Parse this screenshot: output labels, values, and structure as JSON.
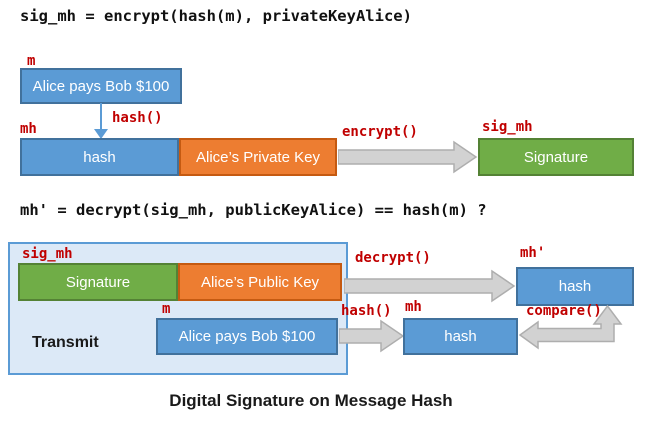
{
  "formulas": {
    "sign": "sig_mh = encrypt(hash(m), privateKeyAlice)",
    "verify": "mh' = decrypt(sig_mh, publicKeyAlice) == hash(m) ?"
  },
  "caption": "Digital Signature on Message Hash",
  "sign_flow": {
    "message_label": "m",
    "message_text": "Alice pays Bob $100",
    "hash_fn_label": "hash()",
    "hash_label": "mh",
    "hash_box": "hash",
    "private_key_box": "Alice’s Private Key",
    "encrypt_fn_label": "encrypt()",
    "signature_label": "sig_mh",
    "signature_box": "Signature"
  },
  "verify_flow": {
    "sig_label": "sig_mh",
    "signature_box": "Signature",
    "public_key_box": "Alice’s Public Key",
    "decrypt_fn_label": "decrypt()",
    "mh_prime_label": "mh'",
    "mh_prime_box": "hash",
    "message_label": "m",
    "message_text": "Alice pays Bob $100",
    "hash_fn_label": "hash()",
    "mh_label": "mh",
    "mh_box": "hash",
    "compare_fn_label": "compare()",
    "transmit_label": "Transmit"
  },
  "colors": {
    "blue": "#5B9BD5",
    "blue_border": "#41719C",
    "orange": "#ED7D31",
    "orange_border": "#C55A11",
    "green": "#70AD47",
    "green_border": "#548235",
    "red": "#C00000",
    "gray_fill": "#D2D2D2",
    "gray_stroke": "#AEAEAE",
    "panel_fill": "#DCE9F7",
    "panel_border": "#5B9BD5"
  }
}
